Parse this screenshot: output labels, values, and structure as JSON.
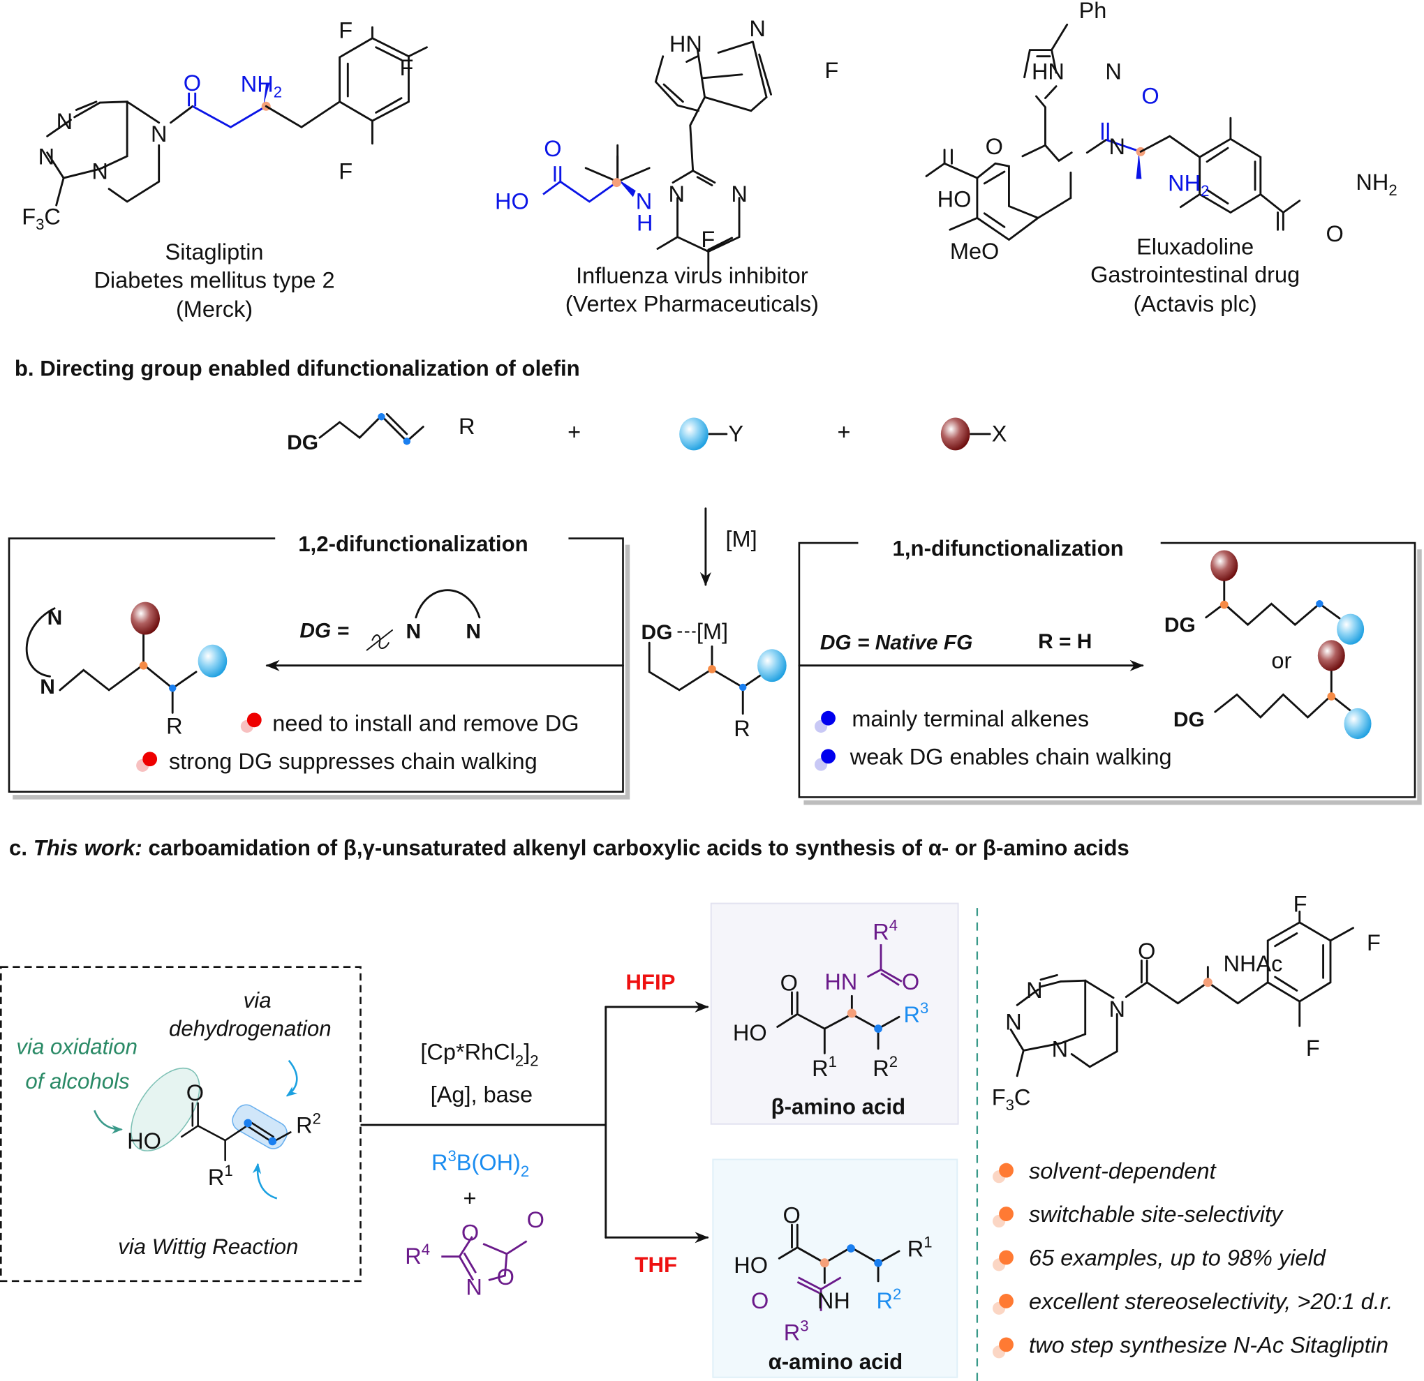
{
  "panel_a": {
    "drugs": [
      {
        "name": "Sitagliptin",
        "indication": "Diabetes mellitus type 2",
        "company": "(Merck)",
        "atoms": {
          "o": "O",
          "nh2": "NH",
          "nh2_sub": "2",
          "f1": "F",
          "f2": "F",
          "f3": "F",
          "n1": "N",
          "n2": "N",
          "n3": "N",
          "n4": "N",
          "cf3": "F",
          "cf3_sub": "3",
          "cf3_c": "C"
        }
      },
      {
        "name": "Influenza virus inhibitor",
        "company": "(Vertex Pharmaceuticals)",
        "atoms": {
          "hn": "HN",
          "n_py": "N",
          "f_py": "F",
          "n_pm1": "N",
          "n_pm2": "N",
          "o": "O",
          "ho": "HO",
          "nh_n": "N",
          "nh_h": "H",
          "f_pm": "F"
        }
      },
      {
        "name": "Eluxadoline",
        "indication": "Gastrointestinal drug",
        "company": "(Actavis plc)",
        "atoms": {
          "ph": "Ph",
          "hn": "HN",
          "n_im": "N",
          "o_amide": "O",
          "n_amide": "N",
          "nh2": "NH",
          "nh2_sub": "2",
          "o_acid": "O",
          "ho": "HO",
          "meo": "MeO",
          "nh2_b": "NH",
          "nh2_b_sub": "2",
          "o_b": "O"
        }
      }
    ]
  },
  "panel_b": {
    "heading": "b. Directing group enabled difunctionalization of olefin",
    "substrate": {
      "dg": "DG",
      "r": "R"
    },
    "plus": "+",
    "reagent_y": "Y",
    "reagent_x": "X",
    "catalyst": "[M]",
    "intermediate": {
      "dg": "DG",
      "metal": "[M]",
      "r": "R"
    },
    "left_box": {
      "title": "1,2-difunctionalization",
      "dg_label": "DG =",
      "dg_n1": "N",
      "dg_n2": "N",
      "product_n1": "N",
      "product_n2": "N",
      "product_r": "R",
      "bullets": [
        "need to install and remove DG",
        "strong DG suppresses chain walking"
      ]
    },
    "right_box": {
      "title": "1,n-difunctionalization",
      "dg_label": "DG =  Native FG",
      "r_label": "R = H",
      "product_dg1": "DG",
      "product_dg2": "DG",
      "or": "or",
      "bullets": [
        "mainly terminal alkenes",
        "weak DG enables chain walking"
      ]
    }
  },
  "panel_c": {
    "heading_prefix": "c. ",
    "heading_italic": "This work:",
    "heading_rest": " carboamidation of β,γ-unsaturated alkenyl carboxylic acids to synthesis of α- or β-amino acids",
    "substrate": {
      "via_oxidation_1": "via oxidation",
      "via_oxidation_2": "of alcohols",
      "via_dehydro_1": "via",
      "via_dehydro_2": "dehydrogenation",
      "via_wittig": "via Wittig Reaction",
      "o": "O",
      "ho": "HO",
      "r1": "R",
      "r1_sup": "1",
      "r2": "R",
      "r2_sup": "2"
    },
    "conditions": {
      "catalyst_main": "[Cp*RhCl",
      "catalyst_sub1": "2",
      "catalyst_close": "]",
      "catalyst_sub2": "2",
      "additives": "[Ag], base",
      "boronic_r": "R",
      "boronic_sup": "3",
      "boronic_rest": "B(OH)",
      "boronic_sub": "2",
      "plus": "+",
      "dioxazolone": {
        "r": "R",
        "r_sup": "4",
        "o1": "O",
        "o2": "O",
        "o3": "O",
        "n": "N"
      }
    },
    "solvent_top": "HFIP",
    "solvent_bottom": "THF",
    "beta_product": {
      "label": "β-amino acid",
      "r4": "R",
      "r4_sup": "4",
      "hn": "HN",
      "o_amide": "O",
      "o_acid": "O",
      "ho": "HO",
      "r3": "R",
      "r3_sup": "3",
      "r1": "R",
      "r1_sup": "1",
      "r2": "R",
      "r2_sup": "2"
    },
    "alpha_product": {
      "label": "α-amino acid",
      "o_acid": "O",
      "ho": "HO",
      "r1": "R",
      "r1_sup": "1",
      "nh": "NH",
      "r2": "R",
      "r2_sup": "2",
      "o_amide": "O",
      "r3": "R",
      "r3_sup": "3"
    },
    "sitagliptin_derivative": {
      "nhac": "NHAc",
      "o": "O",
      "f1": "F",
      "f2": "F",
      "f3": "F",
      "n1": "N",
      "n2": "N",
      "n3": "N",
      "n4": "N",
      "cf3": "F",
      "cf3_sub": "3",
      "cf3_c": "C"
    },
    "highlights": [
      "solvent-dependent",
      "switchable site-selectivity",
      "65 examples, up to 98% yield",
      "excellent stereoselectivity, >20:1 d.r.",
      "two step synthesize N-Ac Sitagliptin"
    ]
  },
  "colors": {
    "highlight_blue": "#0a14e6",
    "light_blue": "#1a8cf0",
    "purple": "#6a1a8a",
    "solvent_red": "#ee1111",
    "stereocenter_orange": "#f5a07a",
    "bullet_orange": "#ff7a33",
    "bullet_red": "#ee0000",
    "bullet_blue": "#0000ee",
    "green_text": "#2a8a66",
    "cyan_ball": "#29a9e6",
    "maroon_ball": "#7a1010"
  }
}
